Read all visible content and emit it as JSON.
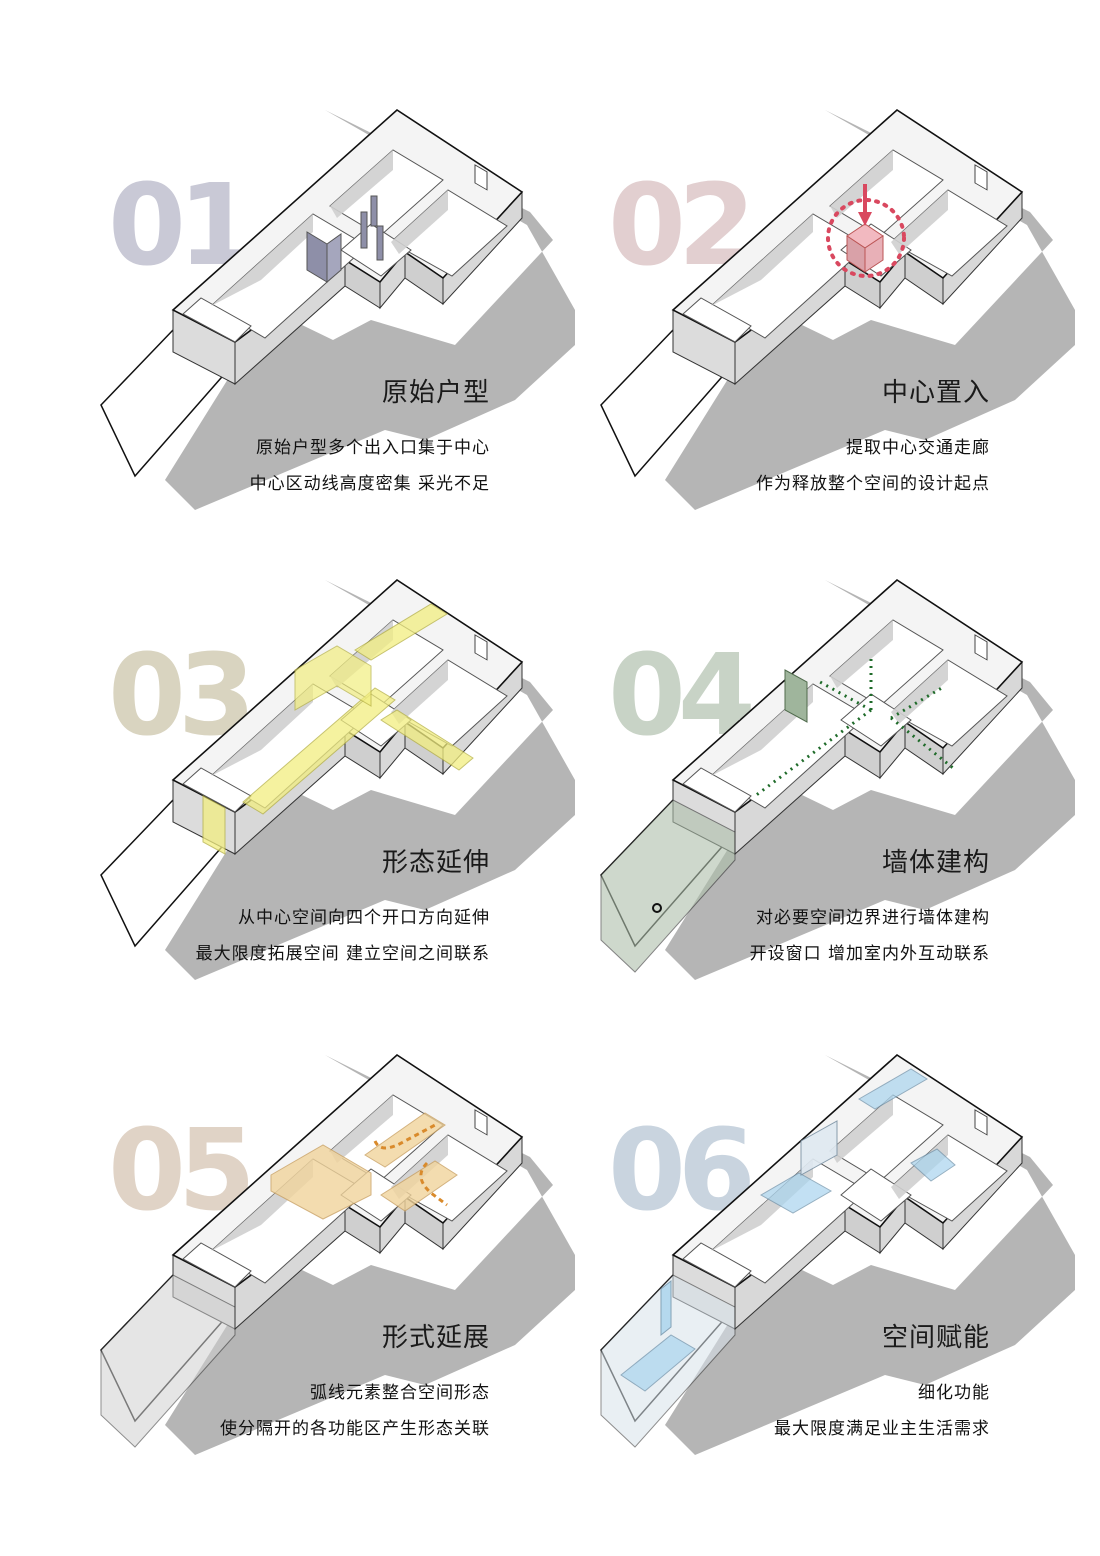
{
  "panels": [
    {
      "number": "01",
      "number_color": "#c9c9d6",
      "title": "原始户型",
      "lines": [
        "原始户型多个出入口集于中心",
        "中心区动线高度密集 采光不足"
      ],
      "overlay": "original-walls",
      "accent": "#8e8fa8"
    },
    {
      "number": "02",
      "number_color": "#e2cfd0",
      "title": "中心置入",
      "lines": [
        "提取中心交通走廊",
        "作为释放整个空间的设计起点"
      ],
      "overlay": "center-insert",
      "accent": "#d9485f"
    },
    {
      "number": "03",
      "number_color": "#d9d4c0",
      "title": "形态延伸",
      "lines": [
        "从中心空间向四个开口方向延伸",
        "最大限度拓展空间 建立空间之间联系"
      ],
      "overlay": "form-extend",
      "accent": "#f2ee80"
    },
    {
      "number": "04",
      "number_color": "#c8d3c6",
      "title": "墙体建构",
      "lines": [
        "对必要空间边界进行墙体建构",
        "开设窗口 增加室内外互动联系"
      ],
      "overlay": "wall-construct",
      "accent": "#1f6b2a"
    },
    {
      "number": "05",
      "number_color": "#e0d3c6",
      "title": "形式延展",
      "lines": [
        "弧线元素整合空间形态",
        "使分隔开的各功能区产生形态关联"
      ],
      "overlay": "form-expand",
      "accent": "#d98a2b"
    },
    {
      "number": "06",
      "number_color": "#c9d4df",
      "title": "空间赋能",
      "lines": [
        "细化功能",
        "最大限度满足业主生活需求"
      ],
      "overlay": "space-empower",
      "accent": "#a9d4ee"
    }
  ]
}
